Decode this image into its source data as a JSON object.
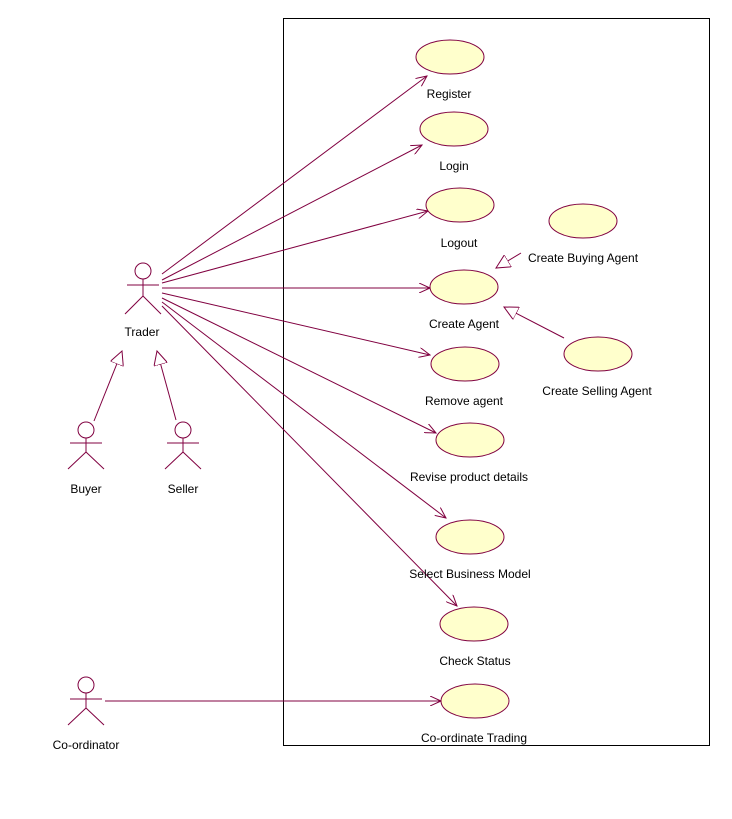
{
  "colors": {
    "line": "#800040",
    "usecase_fill": "#ffffcc",
    "usecase_stroke": "#800040",
    "boundary": "#000000",
    "text": "#000000"
  },
  "actors": {
    "trader": "Trader",
    "buyer": "Buyer",
    "seller": "Seller",
    "coordinator": "Co-ordinator"
  },
  "usecases": {
    "register": "Register",
    "login": "Login",
    "logout": "Logout",
    "create_agent": "Create Agent",
    "create_buying_agent": "Create Buying Agent",
    "create_selling_agent": "Create Selling Agent",
    "remove_agent": "Remove agent",
    "revise_product": "Revise product details",
    "select_model": "Select Business Model",
    "check_status": "Check Status",
    "coordinate_trading": "Co-ordinate Trading"
  }
}
